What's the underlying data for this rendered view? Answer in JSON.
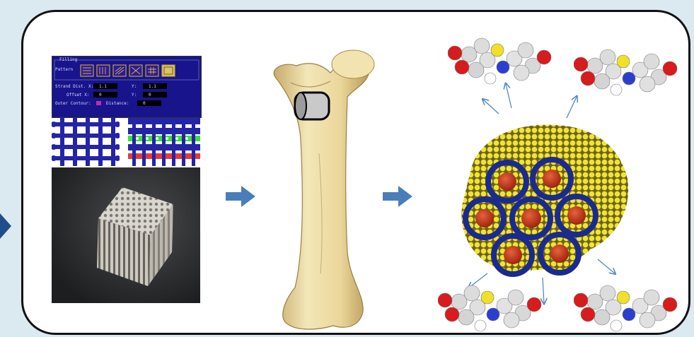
{
  "software_panel": {
    "title": "Filling",
    "pattern_label": "Pattern",
    "strand_dist_label": "Strand Dist. X:",
    "strand_dist_x": "1.1",
    "strand_dist_y_label": "Y:",
    "strand_dist_y": "1.1",
    "offset_label": "Offset X:",
    "offset_x": "0",
    "offset_y_label": "Y:",
    "offset_y": "0",
    "outer_contour_label": "Outer Contour:",
    "distance_label": "Distance:",
    "distance_value": "0"
  },
  "colors": {
    "background": "#dbe9f1",
    "frame_border": "#111111",
    "arrow": "#4a7eb8",
    "software_bg": "#17148c",
    "lattice_blue": "#2424a6",
    "lattice_green": "#3ddc3d",
    "lattice_red": "#e23b3b",
    "bone": "#efe0a8",
    "particle_yellow": "#efe32c",
    "ring_blue": "#1a2a8f",
    "core_red": "#c53520"
  }
}
